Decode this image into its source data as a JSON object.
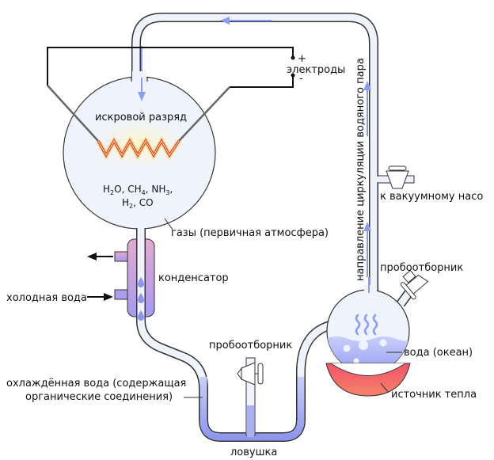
{
  "title": "Miller–Urey experiment",
  "labels": {
    "spark": "искровой разряд",
    "electrodes": "электроды",
    "plus": "+",
    "minus": "-",
    "gases": "газы (первичная атмосфера)",
    "condenser": "конденсатор",
    "cold_water": "холодная вода",
    "cooled_water_line1": "охлаждённая вода (содержащая",
    "cooled_water_line2": "органические соединения)",
    "sampler_trap": "пробоотборник",
    "trap": "ловушка",
    "sampler_flask": "пробоотборник",
    "water_ocean": "вода (океан)",
    "heat_source": "источник тепла",
    "vacuum_pump": "к вакуумному насо",
    "vapor_direction": "направление циркуляции водяного пара"
  },
  "chemicals": {
    "line1": [
      {
        "base": "H",
        "sub": "2",
        "rest": "O,"
      },
      {
        "base": "CH",
        "sub": "4",
        "rest": ","
      },
      {
        "base": "NH",
        "sub": "3",
        "rest": ","
      }
    ],
    "line2": [
      {
        "base": "H",
        "sub": "2",
        "rest": ","
      },
      {
        "base": "CO",
        "sub": "",
        "rest": ""
      }
    ]
  },
  "colors": {
    "outline": "#333333",
    "glass": "#eef3fd",
    "water": "#8c96ee",
    "flow_arrow": "#8c9cf0",
    "spark": "#ee3b2a",
    "heater": "#f06a5a",
    "condenser_top": "#e0a8cc",
    "condenser_bottom": "#a89af0"
  }
}
